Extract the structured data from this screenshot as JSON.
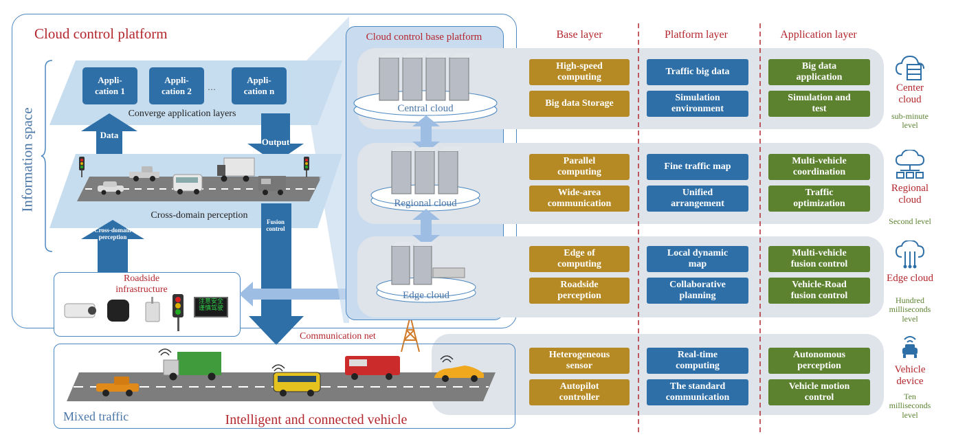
{
  "left": {
    "cloud_control_platform": "Cloud control platform",
    "information_space": "Information space",
    "applications": [
      "Appli-\ncation 1",
      "Appli-\ncation 2",
      "Appli-\ncation n"
    ],
    "ellipsis": "···",
    "converge": "Converge application layers",
    "data_label": "Data",
    "output_label": "Output",
    "cross_domain": "Cross-domain perception",
    "cross_domain_arrow": "Cross-domain\nperception",
    "fusion_control_arrow": "Fusion\ncontrol",
    "roadside": "Roadside\ninfrastructure",
    "sign_text": "注意安全\n谨慎驾驶",
    "communication_net": "Communication net",
    "mixed_traffic": "Mixed traffic",
    "icv": "Intelligent and connected vehicle"
  },
  "middle": {
    "title": "Cloud control base platform",
    "central": "Central cloud",
    "regional": "Regional cloud",
    "edge": "Edge cloud"
  },
  "headers": {
    "base": "Base layer",
    "platform": "Platform layer",
    "application": "Application layer"
  },
  "rows": [
    {
      "base": [
        "High-speed\ncomputing",
        "Big data Storage"
      ],
      "platform": [
        "Traffic big data",
        "Simulation\nenvironment"
      ],
      "application": [
        "Big data\napplication",
        "Simulation and\ntest"
      ],
      "right_name": "Center\ncloud",
      "right_level": "sub-minute\nlevel"
    },
    {
      "base": [
        "Parallel\ncomputing",
        "Wide-area\ncommunication"
      ],
      "platform": [
        "Fine traffic map",
        "Unified\narrangement"
      ],
      "application": [
        "Multi-vehicle\ncoordination",
        "Traffic\noptimization"
      ],
      "right_name": "Regional\ncloud",
      "right_level": "Second level"
    },
    {
      "base": [
        "Edge of\ncomputing",
        "Roadside\nperception"
      ],
      "platform": [
        "Local dynamic\nmap",
        "Collaborative\nplanning"
      ],
      "application": [
        "Multi-vehicle\nfusion control",
        "Vehicle-Road\nfusion control"
      ],
      "right_name": "Edge cloud",
      "right_level": "Hundred\nmilliseconds\nlevel"
    },
    {
      "base": [
        "Heterogeneous\nsensor",
        "Autopilot\ncontroller"
      ],
      "platform": [
        "Real-time\ncomputing",
        "The standard\ncommunication"
      ],
      "application": [
        "Autonomous\nperception",
        "Vehicle motion\ncontrol"
      ],
      "right_name": "Vehicle\ndevice",
      "right_level": "Ten\nmilliseconds\nlevel"
    }
  ],
  "icons": [
    "server-stack-icon",
    "cloud-network-icon",
    "cloud-chip-icon",
    "wifi-car-icon"
  ],
  "colors": {
    "base_layer": "#b58a25",
    "platform_layer": "#2e6fa8",
    "application_layer": "#5c8230",
    "title_red": "#b3262d",
    "outline_blue": "#4a86c0"
  }
}
